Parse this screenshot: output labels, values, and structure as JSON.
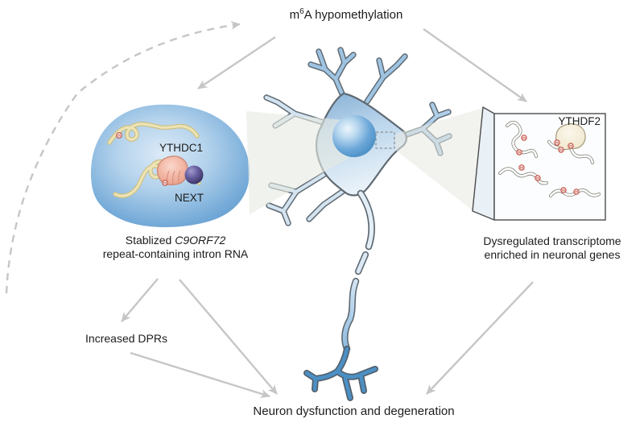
{
  "figure": {
    "top_label": {
      "base": "m",
      "superscript": "6",
      "rest": "A hypomethylation"
    },
    "nucleus_panel": {
      "protein1": "YTHDC1",
      "complex": "NEXT",
      "caption_prefix": "Stablized ",
      "caption_gene": "C9ORF72",
      "caption_line2": "repeat-containing intron RNA"
    },
    "cytoplasm_panel": {
      "protein": "YTHDF2",
      "caption_line1": "Dysregulated transcriptome",
      "caption_line2": "enriched in neuronal genes"
    },
    "outcomes": {
      "dprs": "Increased DPRs",
      "bottom": "Neuron dysfunction and degeneration"
    },
    "m6a_mark": "m"
  },
  "colors": {
    "arrow": "#c6c6c6",
    "text": "#1c1c1c",
    "mark_red": "#c2463a",
    "nucleus_blob_blue": "#5e99ce",
    "neuron_outline": "#5f6a73",
    "axon_terminal_blue": "#4b90c5",
    "rna_yellow": "#ece4b4",
    "ythdc1_pink": "#f2b3a1",
    "next_purple": "#4f4787",
    "ythdf2_cream": "#f5efdc",
    "box_border": "#4c4c4c",
    "beam": "#e7eae2"
  }
}
